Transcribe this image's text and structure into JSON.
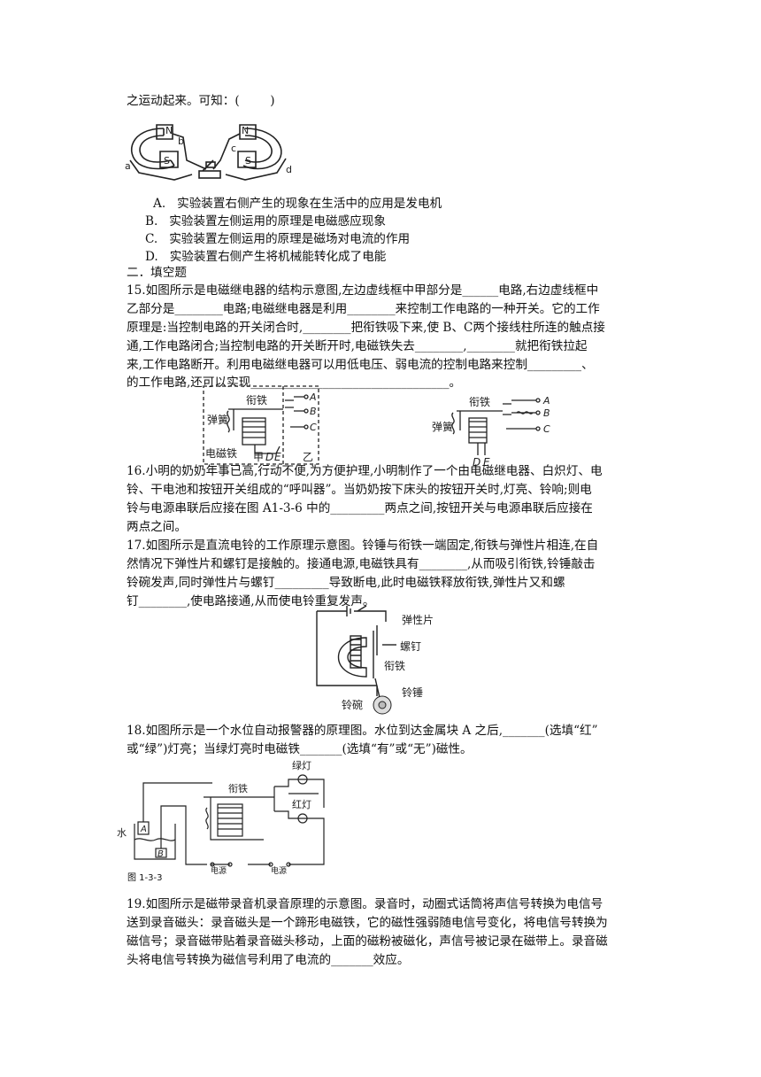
{
  "q14": {
    "intro": "之运动起来。可知：(        )",
    "options": [
      "A.   实验装置右侧产生的现象在生活中的应用是发电机",
      "B.   实验装置左侧运用的原理是电磁感应现象",
      "C.   实验装置左侧运用的原理是磁场对电流的作用",
      "D.   实验装置右侧产生将机械能转化成了电能"
    ],
    "fig_labels": {
      "n1": "N",
      "b": "b",
      "a": "a",
      "s1": "S",
      "n2": "N",
      "c": "c",
      "d": "d",
      "s2": "S"
    }
  },
  "section_title": "二．填空题",
  "q15": {
    "lines": [
      "15.如图所示是电磁继电器的结构示意图,左边虚线框中甲部分是______电路,右边虚线框中",
      "乙部分是________电路;电磁继电器是利用________来控制工作电路的一种开关。它的工作",
      "原理是:当控制电路的开关闭合时,________把衔铁吸下来,使 B、C两个接线柱所连的触点接",
      "通,工作电路闭合;当控制电路的开关断开时,电磁铁失去________,________就把衔铁拉起",
      "来,工作电路断开。利用电磁继电器可以用低电压、弱电流的控制电路来控制_________、",
      "的工作电路,还可以实现_________________________________。"
    ],
    "fig1": {
      "armature": "衔铁",
      "spring": "弹簧",
      "electromagnet": "电磁铁",
      "jia": "甲",
      "D": "D",
      "E": "E",
      "yi": "乙",
      "A": "A",
      "B": "B",
      "C": "C"
    },
    "fig2": {
      "armature": "衔铁",
      "spring": "弹簧",
      "D": "D",
      "E": "E",
      "A": "A",
      "B": "B",
      "C": "C"
    }
  },
  "q16": {
    "lines": [
      "16.小明的奶奶年事已高,行动不便,为方便护理,小明制作了一个由电磁继电器、白炽灯、电",
      "铃、干电池和按钮开关组成的“呼叫器”。当奶奶按下床头的按钮开关时,灯亮、铃响;则电",
      "铃与电源串联后应接在图 A1-3-6 中的_________两点之间,按钮开关与电源串联后应接在",
      "两点之间。"
    ]
  },
  "q17": {
    "lines": [
      "17.如图所示是直流电铃的工作原理示意图。铃锤与衔铁一端固定,衔铁与弹性片相连,在自",
      "然情况下弹性片和螺钉是接触的。接通电源,电磁铁具有________,从而吸引衔铁,铃锤敲击",
      "铃碗发声,同时弹性片与螺钉_________导致断电,此时电磁铁释放衔铁,弹性片又和螺",
      "钉________,使电路接通,从而使电铃重复发声。"
    ],
    "fig": {
      "spring_plate": "弹性片",
      "screw": "螺钉",
      "armature": "衔铁",
      "hammer": "铃锤",
      "bowl": "铃碗"
    }
  },
  "q18": {
    "lines": [
      "18.如图所示是一个水位自动报警器的原理图。水位到达金属块 A 之后,_______(选填“红”",
      "或“绿”)灯亮；当绿灯亮时电磁铁_______(选填“有”或“无”)磁性。"
    ],
    "fig": {
      "green": "绿灯",
      "red": "红灯",
      "armature": "衔铁",
      "water": "水",
      "A": "A",
      "B": "B",
      "power1": "电源",
      "power2": "电源",
      "caption": "图 1-3-3"
    }
  },
  "q19": {
    "lines": [
      "19.如图所示是磁带录音机录音原理的示意图。录音时，动圈式话筒将声信号转换为电信号",
      "送到录音磁头：录音磁头是一个蹄形电磁铁，它的磁性强弱随电信号变化，将电信号转换为",
      "磁信号；录音磁带贴着录音磁头移动，上面的磁粉被磁化，声信号被记录在磁带上。录音磁",
      "头将电信号转换为磁信号利用了电流的_______效应。"
    ]
  }
}
